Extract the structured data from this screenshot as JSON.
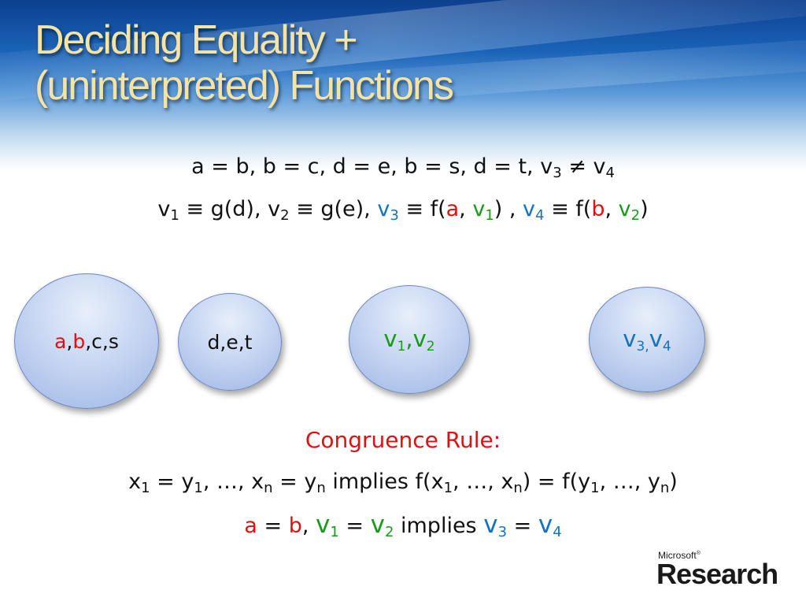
{
  "slide": {
    "title_line1": "Deciding Equality +",
    "title_line2": "(uninterpreted) Functions"
  },
  "equations": {
    "line1": {
      "prefix": "a = b, b = c, d = e, b = s, d = t, v",
      "sub3": "3",
      "neq": " ≠ v",
      "sub4": "4"
    },
    "line2": {
      "v1": "v",
      "s1": "1",
      "def1": " ≡ g(d), v",
      "s2": "2",
      "def2": " ≡ g(e), ",
      "v3": "v",
      "s3": "3",
      "def3": " ≡ f(",
      "a": "a",
      "comma1": ", ",
      "v1b": "v",
      "s1b": "1",
      "close1": ") , ",
      "v4": "v",
      "s4": "4",
      "def4": " ≡ f(",
      "b": "b",
      "comma2": ", ",
      "v2b": "v",
      "s2b": "2",
      "close2": ")"
    }
  },
  "classes": {
    "c1": {
      "a": "a",
      "sep1": ",",
      "b": "b",
      "rest": ",c,s"
    },
    "c2": {
      "text": "d,e,t"
    },
    "c3": {
      "v": "v",
      "s1": "1",
      "sep": ",v",
      "s2": "2"
    },
    "c4": {
      "v": "v",
      "s3": "3",
      "sep": ",",
      "v2": "v",
      "s4": "4"
    }
  },
  "rule": {
    "title": "Congruence Rule:",
    "line1": {
      "t1": "x",
      "s1": "1",
      "t2": " = y",
      "s2": "1",
      "t3": ", …, x",
      "s3": "n",
      "t4": " = y",
      "s4": "n",
      "t5": " implies f(x",
      "s5": "1",
      "t6": ", …, x",
      "s6": "n",
      "t7": ") = f(y",
      "s7": "1",
      "t8": ", …, y",
      "s8": "n",
      "t9": ")"
    },
    "line2": {
      "a": "a",
      "eq1": " = ",
      "b": "b",
      "comma": ", ",
      "v1": "v",
      "s1": "1",
      "eq2": " = ",
      "v2": "v",
      "s2": "2",
      "implies": " implies ",
      "v3": "v",
      "s3": "3",
      "eq3": " = ",
      "v4": "v",
      "s4": "4"
    }
  },
  "logo": {
    "company": "Microsoft",
    "tm": "®",
    "division": "Research"
  },
  "colors": {
    "title": "#f3e3a6",
    "red": "#e01010",
    "green": "#1a9a1a",
    "blue": "#1572c0"
  }
}
